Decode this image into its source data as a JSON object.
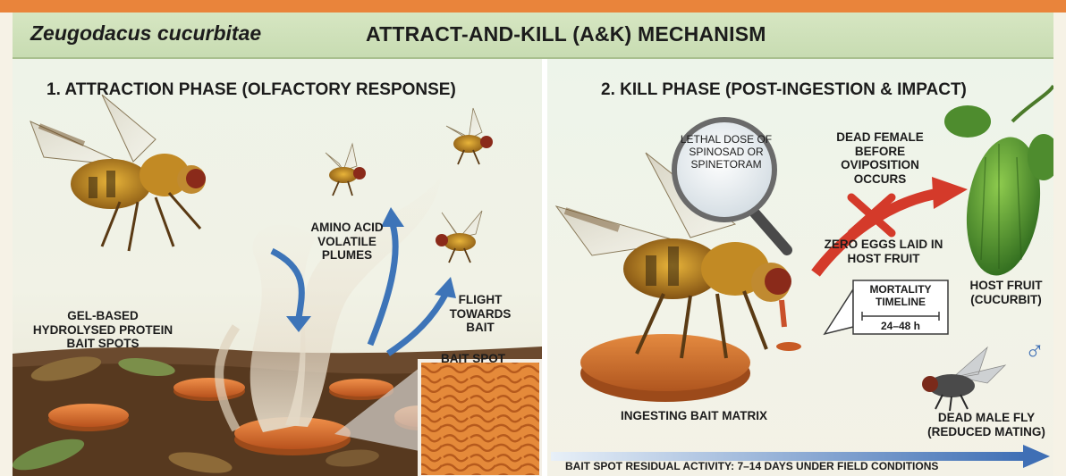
{
  "header": {
    "species": "Zeugodacus cucurbitae",
    "title": "ATTRACT-AND-KILL (A&K) MECHANISM"
  },
  "left_panel": {
    "title": "1. ATTRACTION PHASE (OLFACTORY RESPONSE)",
    "labels": {
      "amino_acid": "AMINO ACID VOLATILE PLUMES",
      "flight": "FLIGHT TOWARDS BAIT",
      "gel_bait": "GEL-BASED HYDROLYSED PROTEIN BAIT SPOTS",
      "bait_spot": "BAIT SPOT"
    }
  },
  "right_panel": {
    "title": "2. KILL PHASE (POST-INGESTION & IMPACT)",
    "labels": {
      "lethal_dose": "LETHAL DOSE OF SPINOSAD OR SPINETORAM",
      "dead_female": "DEAD FEMALE BEFORE OVIPOSITION OCCURS",
      "zero_eggs": "ZERO EGGS LAID IN HOST FRUIT",
      "host_fruit": "HOST FRUIT (CUCURBIT)",
      "mortality_title": "MORTALITY TIMELINE",
      "mortality_value": "24–48 h",
      "ingesting": "INGESTING BAIT MATRIX",
      "dead_male": "DEAD MALE FLY (REDUCED MATING)",
      "male_symbol": "♂"
    },
    "footer": "BAIT SPOT RESIDUAL ACTIVITY: 7–14 DAYS UNDER FIELD CONDITIONS"
  },
  "colors": {
    "header_bg": "#cfe1bb",
    "top_border": "#e9843b",
    "bait_orange": "#e27a33",
    "arrow_blue": "#3d74b8",
    "arrow_red": "#d43a2a",
    "soil": "#6b4a2e"
  }
}
